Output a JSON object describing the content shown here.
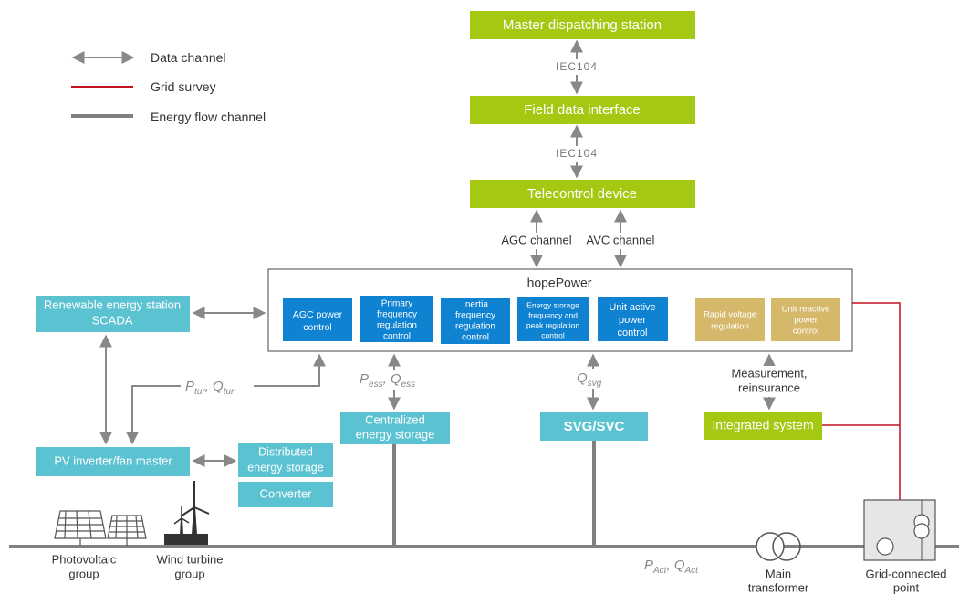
{
  "legend": {
    "data_channel": "Data channel",
    "grid_survey": "Grid survey",
    "energy_flow": "Energy flow channel"
  },
  "top": {
    "master": "Master dispatching station",
    "iec1": "IEC104",
    "field": "Field data interface",
    "iec2": "IEC104",
    "telecontrol": "Telecontrol device",
    "agc": "AGC channel",
    "avc": "AVC channel"
  },
  "hope": {
    "title": "hopePower",
    "m1": [
      "AGC power",
      "control"
    ],
    "m2": [
      "Primary",
      "frequency",
      "regulation",
      "control"
    ],
    "m3": [
      "Inertia",
      "frequency",
      "regulation",
      "control"
    ],
    "m4": [
      "Energy storage",
      "frequency and",
      "peak regulation",
      "control"
    ],
    "m5": [
      "Unit active",
      "power",
      "control"
    ],
    "m6": [
      "Rapid voltage",
      "regulation"
    ],
    "m7": [
      "Unit reactive",
      "power",
      "control"
    ]
  },
  "left": {
    "scada": [
      "Renewable energy station",
      "SCADA"
    ],
    "pv": "PV inverter/fan master",
    "dist": [
      "Distributed",
      "energy storage"
    ],
    "conv": "Converter"
  },
  "mid": {
    "central": [
      "Centralized",
      "energy storage"
    ],
    "svg": "SVG/SVC",
    "integrated": "Integrated system",
    "measure": [
      "Measurement,",
      "reinsurance"
    ]
  },
  "vars": {
    "p": "P",
    "tur": "tur",
    "q": "Q",
    "ess": "ess",
    "svgsub": "svg",
    "act": "Act"
  },
  "bottom": {
    "pv_group": [
      "Photovoltaic",
      "group"
    ],
    "wind_group": [
      "Wind turbine",
      "group"
    ],
    "main_tr": [
      "Main",
      "transformer"
    ],
    "grid_point": [
      "Grid-connected",
      "point"
    ]
  },
  "colors": {
    "green": "#a5c813",
    "blue": "#0f82d2",
    "teal": "#5bc2d1",
    "tan": "#d6b86b",
    "red": "#c0111f",
    "gray": "#808080"
  }
}
